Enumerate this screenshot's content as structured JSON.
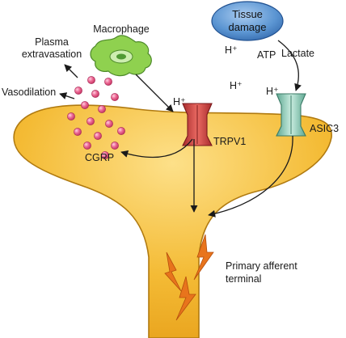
{
  "labels": {
    "macrophage": "Macrophage",
    "plasma_line1": "Plasma",
    "plasma_line2": "extravasation",
    "vasodilation": "Vasodilation",
    "cgrp": "CGRP",
    "tissue_line1": "Tissue",
    "tissue_line2": "damage",
    "lactate": "Lactate",
    "atp": "ATP",
    "proton_top": "H⁺",
    "proton_mid": "H⁺",
    "proton_asic": "H⁺",
    "proton_trpv": "H⁺",
    "trpv1": "TRPV1",
    "asic3": "ASIC3",
    "terminal_line1": "Primary afferent",
    "terminal_line2": "terminal"
  },
  "colors": {
    "neuron_fill": "#f2b42a",
    "neuron_light": "#fcdc78",
    "neuron_outline": "#b07a10",
    "macrophage_fill": "#8fd14f",
    "macrophage_nucleus": "#cdeeb0",
    "vesicle_fill": "#ec5a8c",
    "trpv1_fill": "#d8484a",
    "asic3_fill": "#9fd3c0",
    "tissue_fill": "#4e86c8",
    "lightning_fill": "#e8741c"
  },
  "icons": {
    "macrophage": "macrophage-cell-icon",
    "vesicles": "cgrp-vesicle-icon",
    "trpv1": "trpv1-channel-icon",
    "asic3": "asic3-channel-icon",
    "lightning": "action-potential-lightning-icon"
  }
}
